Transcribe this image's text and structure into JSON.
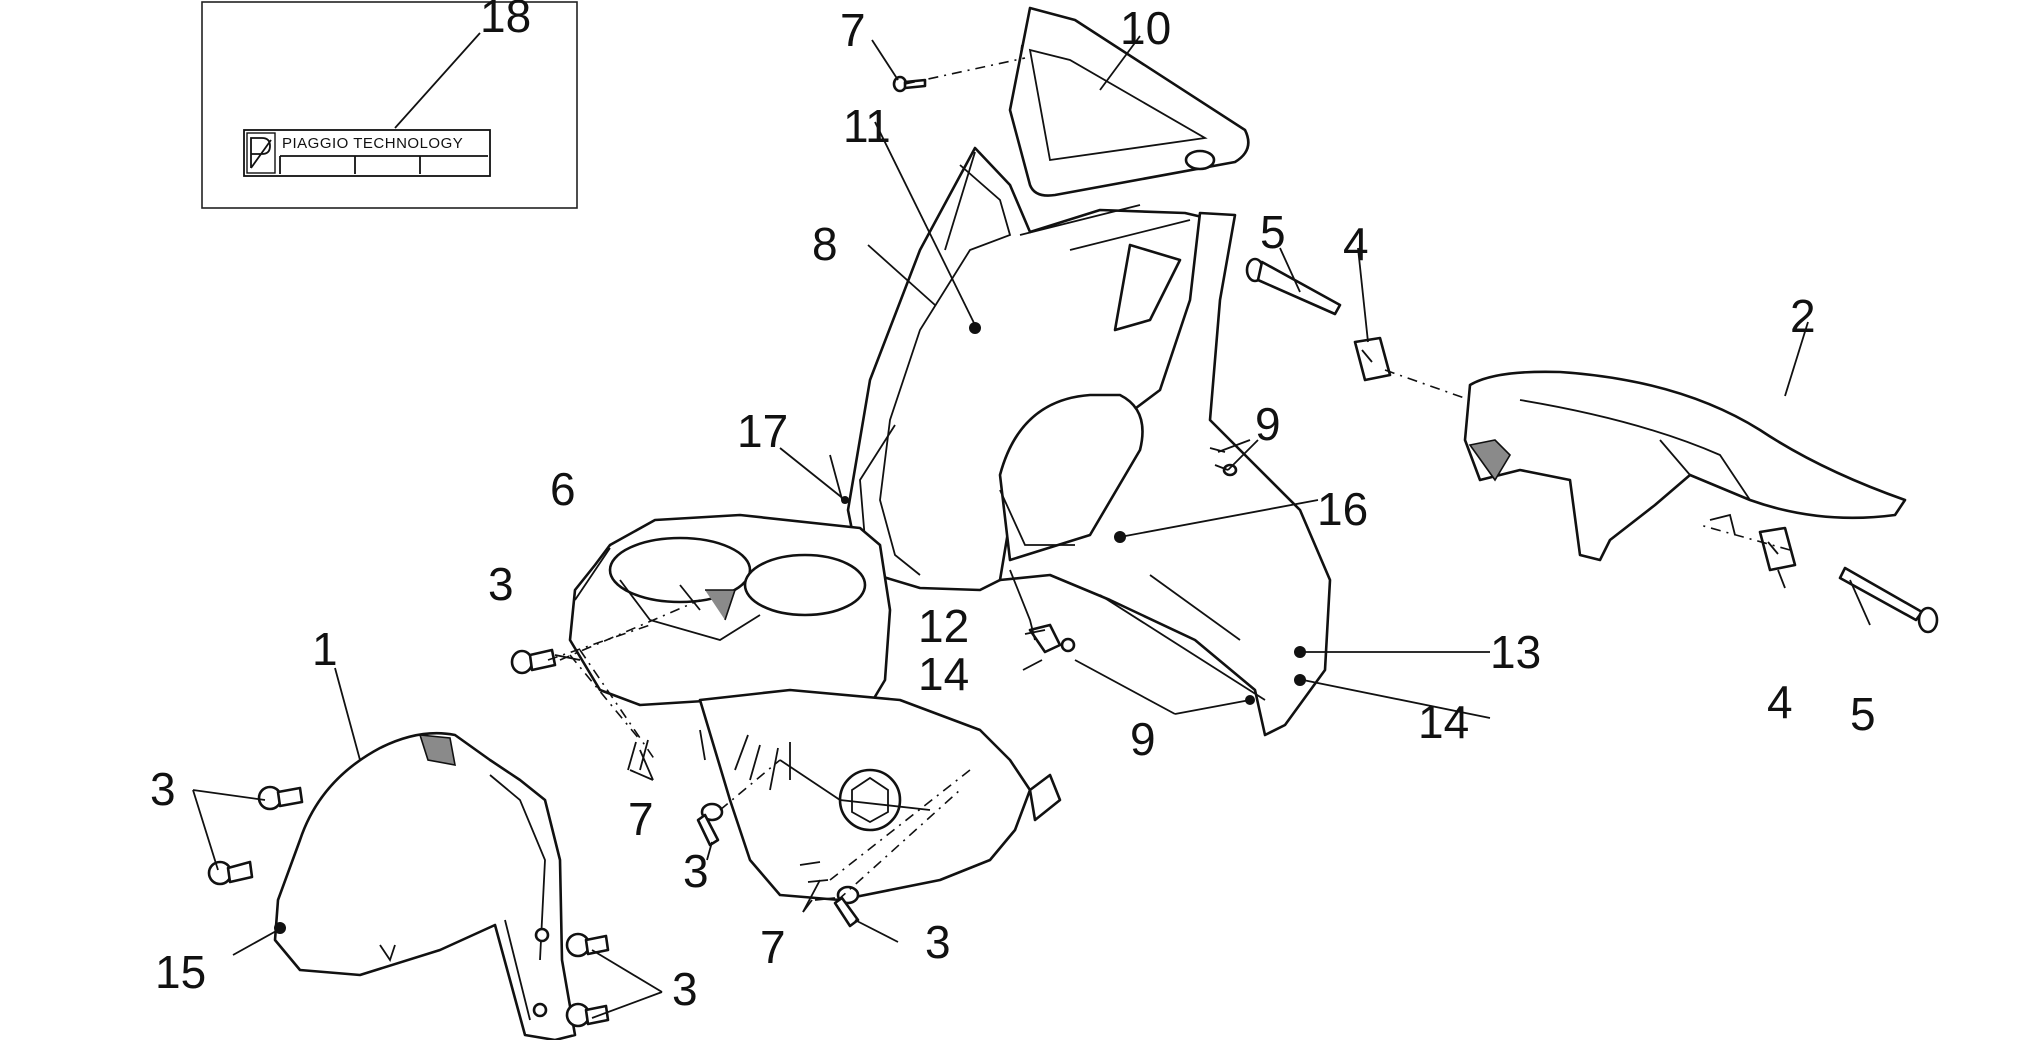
{
  "sticker": {
    "brand_text": "PIAGGIO TECHNOLOGY"
  },
  "callouts": [
    {
      "id": "c18",
      "label": "18"
    },
    {
      "id": "c7a",
      "label": "7"
    },
    {
      "id": "c10",
      "label": "10"
    },
    {
      "id": "c11",
      "label": "11"
    },
    {
      "id": "c8",
      "label": "8"
    },
    {
      "id": "c5a",
      "label": "5"
    },
    {
      "id": "c4a",
      "label": "4"
    },
    {
      "id": "c2",
      "label": "2"
    },
    {
      "id": "c9a",
      "label": "9"
    },
    {
      "id": "c17",
      "label": "17"
    },
    {
      "id": "c16",
      "label": "16"
    },
    {
      "id": "c6",
      "label": "6"
    },
    {
      "id": "c3a",
      "label": "3"
    },
    {
      "id": "c12",
      "label": "12"
    },
    {
      "id": "c14a",
      "label": "14"
    },
    {
      "id": "c13",
      "label": "13"
    },
    {
      "id": "c1",
      "label": "1"
    },
    {
      "id": "c9b",
      "label": "9"
    },
    {
      "id": "c14b",
      "label": "14"
    },
    {
      "id": "c4b",
      "label": "4"
    },
    {
      "id": "c5b",
      "label": "5"
    },
    {
      "id": "c3b",
      "label": "3"
    },
    {
      "id": "c7b",
      "label": "7"
    },
    {
      "id": "c3c",
      "label": "3"
    },
    {
      "id": "c15",
      "label": "15"
    },
    {
      "id": "c7c",
      "label": "7"
    },
    {
      "id": "c3d",
      "label": "3"
    },
    {
      "id": "c3e",
      "label": "3"
    }
  ]
}
